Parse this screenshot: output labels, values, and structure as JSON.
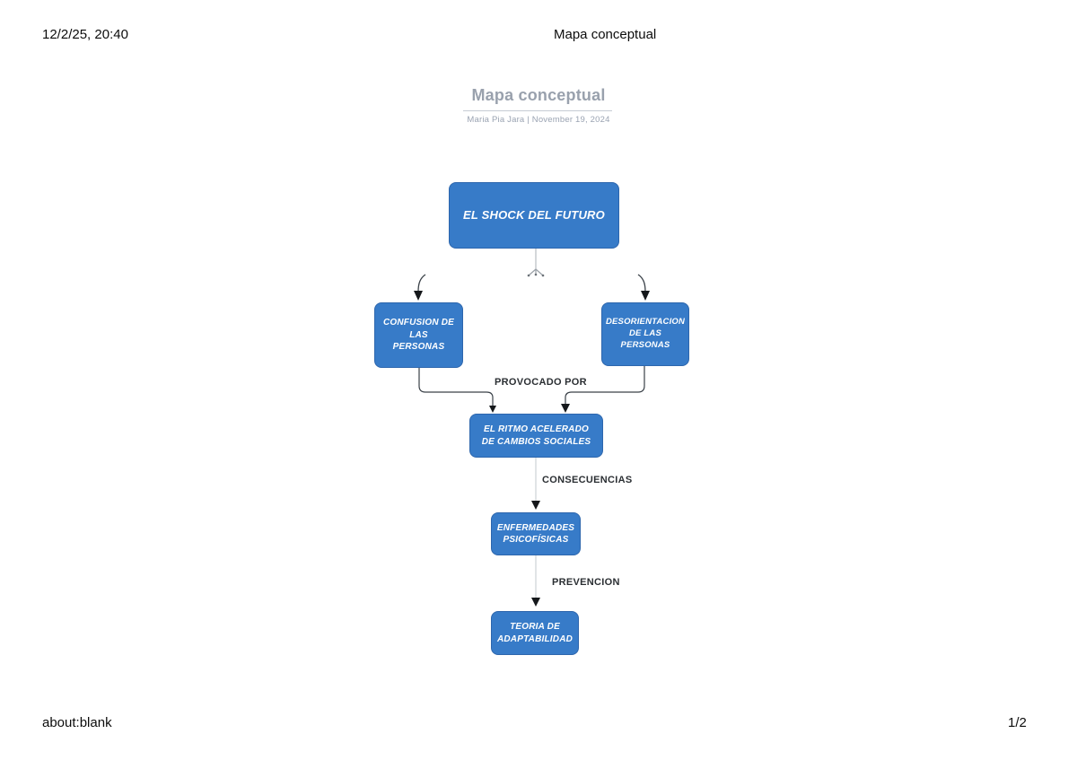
{
  "print_page": {
    "header": {
      "timestamp": "12/2/25, 20:40",
      "title": "Mapa conceptual"
    },
    "footer": {
      "source": "about:blank",
      "page_number": "1/2"
    }
  },
  "doc": {
    "title": "Mapa conceptual",
    "byline": "Maria Pia Jara | November 19, 2024"
  },
  "diagram": {
    "type": "concept-map",
    "colors": {
      "node_fill": "#377bc8",
      "node_border": "#2d66ad",
      "node_text": "#ffffff",
      "connector_dark": "#3a4148",
      "connector_light": "#b7bcc2",
      "arrowhead": "#15181b",
      "title_gray": "#99a1ad"
    },
    "nodes": {
      "shock": {
        "label": "EL SHOCK DEL FUTURO"
      },
      "confusion": {
        "label": "CONFUSION DE LAS PERSONAS"
      },
      "desorientacion": {
        "label": "DESORIENTACION DE LAS PERSONAS"
      },
      "ritmo": {
        "label": "EL RITMO ACELERADO DE CAMBIOS SOCIALES"
      },
      "enfermedades": {
        "label": "ENFERMEDADES PSICOFÍSICAS"
      },
      "teoria": {
        "label": "TEORIA DE ADAPTABILIDAD"
      }
    },
    "edge_labels": {
      "provocado": "PROVOCADO POR",
      "consecuencias": "CONSECUENCIAS",
      "prevencion": "PREVENCION"
    },
    "edges": [
      {
        "from": "EL SHOCK DEL FUTURO",
        "to": "CONFUSION DE LAS PERSONAS",
        "label": ""
      },
      {
        "from": "EL SHOCK DEL FUTURO",
        "to": "DESORIENTACION DE LAS PERSONAS",
        "label": ""
      },
      {
        "from": "CONFUSION DE LAS PERSONAS",
        "to": "EL RITMO ACELERADO DE CAMBIOS SOCIALES",
        "label": "PROVOCADO POR"
      },
      {
        "from": "DESORIENTACION DE LAS PERSONAS",
        "to": "EL RITMO ACELERADO DE CAMBIOS SOCIALES",
        "label": "PROVOCADO POR"
      },
      {
        "from": "EL RITMO ACELERADO DE CAMBIOS SOCIALES",
        "to": "ENFERMEDADES PSICOFÍSICAS",
        "label": "CONSECUENCIAS"
      },
      {
        "from": "ENFERMEDADES PSICOFÍSICAS",
        "to": "TEORIA DE ADAPTABILIDAD",
        "label": "PREVENCION"
      }
    ]
  }
}
